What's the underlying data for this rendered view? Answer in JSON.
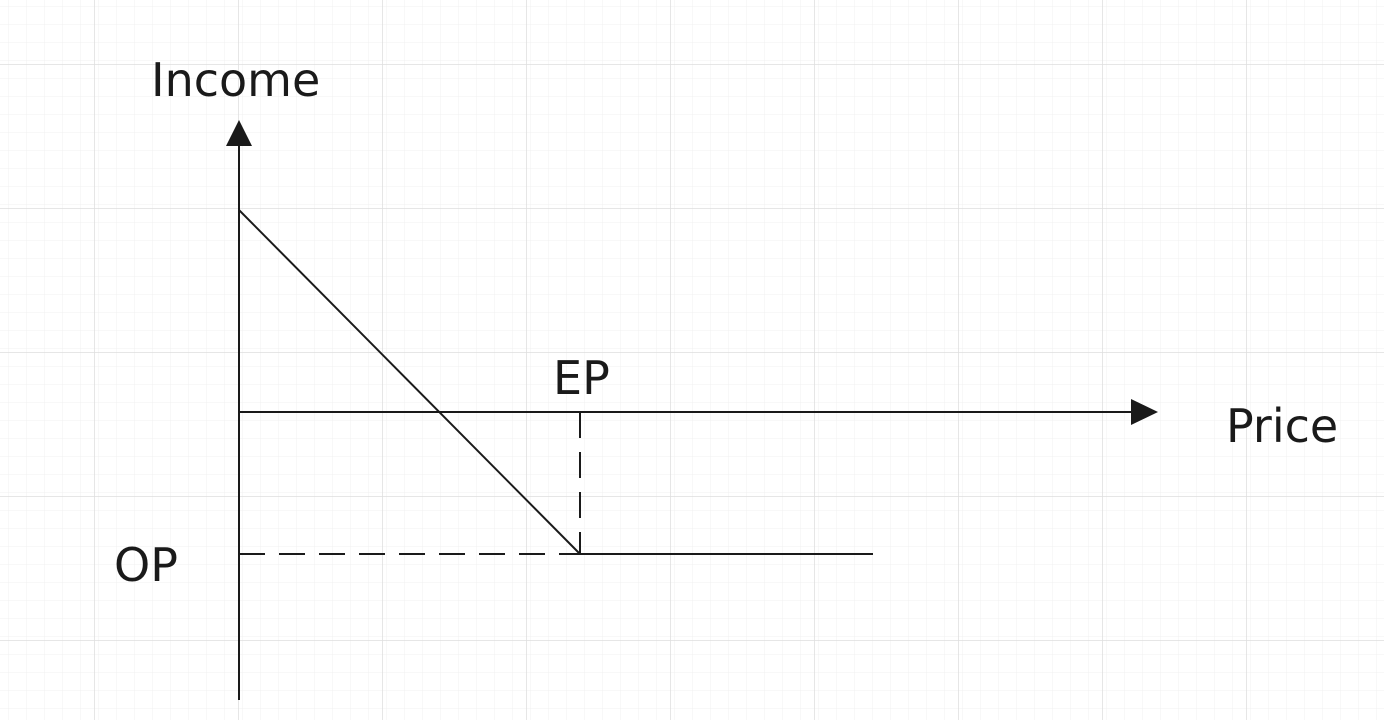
{
  "diagram": {
    "y_axis_label": "Income",
    "x_axis_label": "Price",
    "strike_label": "EP",
    "premium_label": "OP"
  },
  "colors": {
    "background": "#ffffff",
    "grid_minor": "#f0f0f0",
    "grid_major": "#dedede",
    "ink": "#1a1a1a"
  }
}
